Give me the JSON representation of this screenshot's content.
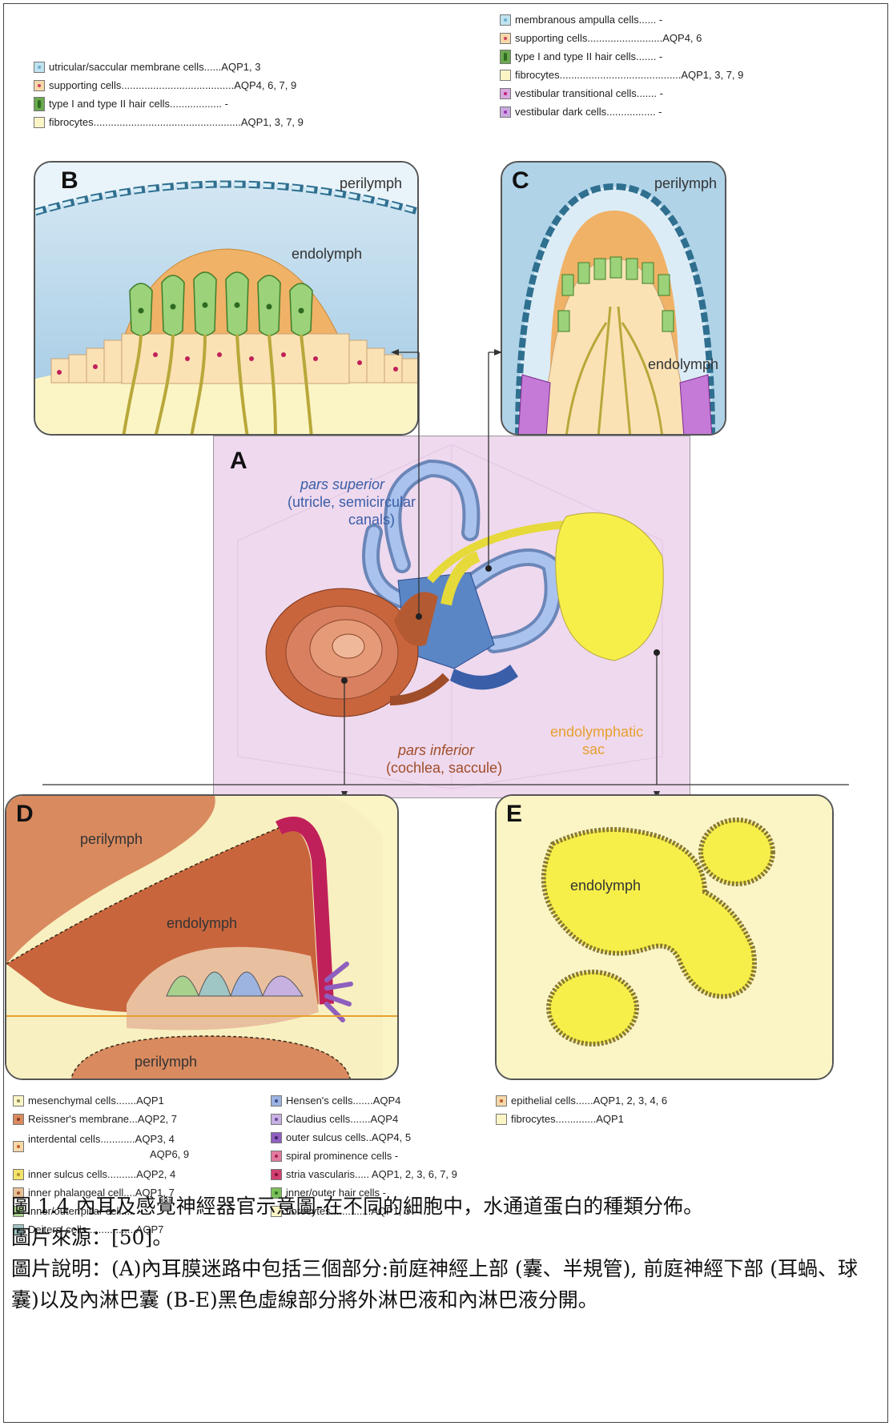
{
  "legend_b": [
    {
      "label": "utricular/saccular membrane cells......AQP1, 3",
      "color": "#bfe3ef",
      "dot": "#6ab0cf"
    },
    {
      "label": "supporting cells.......................................AQP4, 6, 7, 9",
      "color": "#f6d8a9",
      "dot": "#d04060"
    },
    {
      "label": "type I and type II hair cells..................  -",
      "color": "#6aa84f",
      "dot": "#2d6a20",
      "tall": true
    },
    {
      "label": "fibrocytes...................................................AQP1, 3, 7, 9",
      "color": "#fbf5c6",
      "dot": ""
    }
  ],
  "legend_c": [
    {
      "label": "membranous ampulla cells......  -",
      "color": "#bfe3ef",
      "dot": "#6ab0cf"
    },
    {
      "label": "supporting cells..........................AQP4, 6",
      "color": "#f6d8a9",
      "dot": "#d04060"
    },
    {
      "label": "type I and type II hair cells.......  -",
      "color": "#6aa84f",
      "dot": "#2d6a20",
      "tall": true
    },
    {
      "label": "fibrocytes..........................................AQP1, 3, 7, 9",
      "color": "#fbf5c6",
      "dot": ""
    },
    {
      "label": "vestibular transitional cells.......  -",
      "color": "#d9a8e0",
      "dot": "#c0207a"
    },
    {
      "label": "vestibular dark cells.................  -",
      "color": "#c9a8e0",
      "dot": "#9a30b0"
    }
  ],
  "legend_d1": [
    {
      "label": "mesenchymal cells.......AQP1",
      "color": "#fbf5c6",
      "dot": "#8a8a50"
    },
    {
      "label": "Reissner's membrane...AQP2, 7",
      "color": "#d98a5f",
      "dot": "#8a3a1a"
    },
    {
      "label": "interdental cells............AQP3, 4",
      "sub": "AQP6, 9",
      "color": "#f6d8a9",
      "dot": "#c0602a"
    },
    {
      "label": "inner sulcus cells..........AQP2, 4",
      "color": "#f4e36a",
      "dot": "#b0902a"
    },
    {
      "label": "inner phalangeal cell....AQP1, 7",
      "color": "#e7c196",
      "dot": "#a0502a"
    },
    {
      "label": "inner/outer pillar cell.....  -",
      "color": "#a9d18e",
      "dot": "#4a7a30"
    },
    {
      "label": "Deiters' cells.................AQP7",
      "color": "#9fc5c4",
      "dot": "#3a6a6a"
    }
  ],
  "legend_d2": [
    {
      "label": "Hensen's cells.......AQP4",
      "color": "#9db3e0",
      "dot": "#3a4a90"
    },
    {
      "label": "Claudius cells.......AQP4",
      "color": "#c7b1e0",
      "dot": "#6a4aa0"
    },
    {
      "label": "outer sulcus cells..AQP4, 5",
      "color": "#8f5fbf",
      "dot": "#40206a"
    },
    {
      "label": "spiral prominence cells    -",
      "color": "#e07aa0",
      "dot": "#a0204a"
    },
    {
      "label": "stria vascularis..... AQP1, 2, 3, 6, 7, 9",
      "color": "#d04070",
      "dot": "#7a1030"
    },
    {
      "label": "inner/outer hair cells   -",
      "color": "#7ac05a",
      "dot": "#2d6a20"
    },
    {
      "label": "fibrocytes..............AQP1, 3",
      "color": "#fbf5c6",
      "dot": ""
    }
  ],
  "legend_e": [
    {
      "label": "epithelial cells......AQP1, 2, 3, 4, 6",
      "color": "#f6d8a9",
      "dot": "#c0602a"
    },
    {
      "label": "fibrocytes..............AQP1",
      "color": "#fbf5c6",
      "dot": ""
    }
  ],
  "panel_b": {
    "letter": "B",
    "perilymph": "perilymph",
    "endolymph": "endolymph"
  },
  "panel_c": {
    "letter": "C",
    "perilymph": "perilymph",
    "endolymph": "endolymph"
  },
  "panel_a": {
    "letter": "A",
    "pars_superior": "pars superior",
    "pars_superior_sub1": "(utricle, semicircular",
    "pars_superior_sub2": "canals)",
    "pars_inferior": "pars inferior",
    "pars_inferior_sub": "(cochlea, saccule)",
    "sac1": "endolymphatic",
    "sac2": "sac"
  },
  "panel_d": {
    "letter": "D",
    "perilymph_top": "perilymph",
    "endolymph": "endolymph",
    "perilymph_bottom": "perilymph"
  },
  "panel_e": {
    "letter": "E",
    "endolymph": "endolymph"
  },
  "caption": {
    "line1": "圖 1.4  內耳及感覺神經器官示意圖-在不同的細胞中，水通道蛋白的種類分佈。",
    "line2": "圖片來源：[50]。",
    "line3": "圖片說明：(A)內耳膜迷路中包括三個部分:前庭神經上部 (囊、半規管), 前庭神經下部 (耳蝸、球囊)以及內淋巴囊 (B-E)黑色虛線部分將外淋巴液和內淋巴液分開。"
  },
  "colors": {
    "panel_a_bg": "#efd9ee",
    "fluid_blue": "#b8d8ec",
    "fibro_yellow": "#fbf5c6",
    "cupula_orange": "#f0b266",
    "cochlea_brown": "#c9653d",
    "sac_yellow": "#f6ef4a",
    "canal_blue": "#7ea6d8"
  }
}
